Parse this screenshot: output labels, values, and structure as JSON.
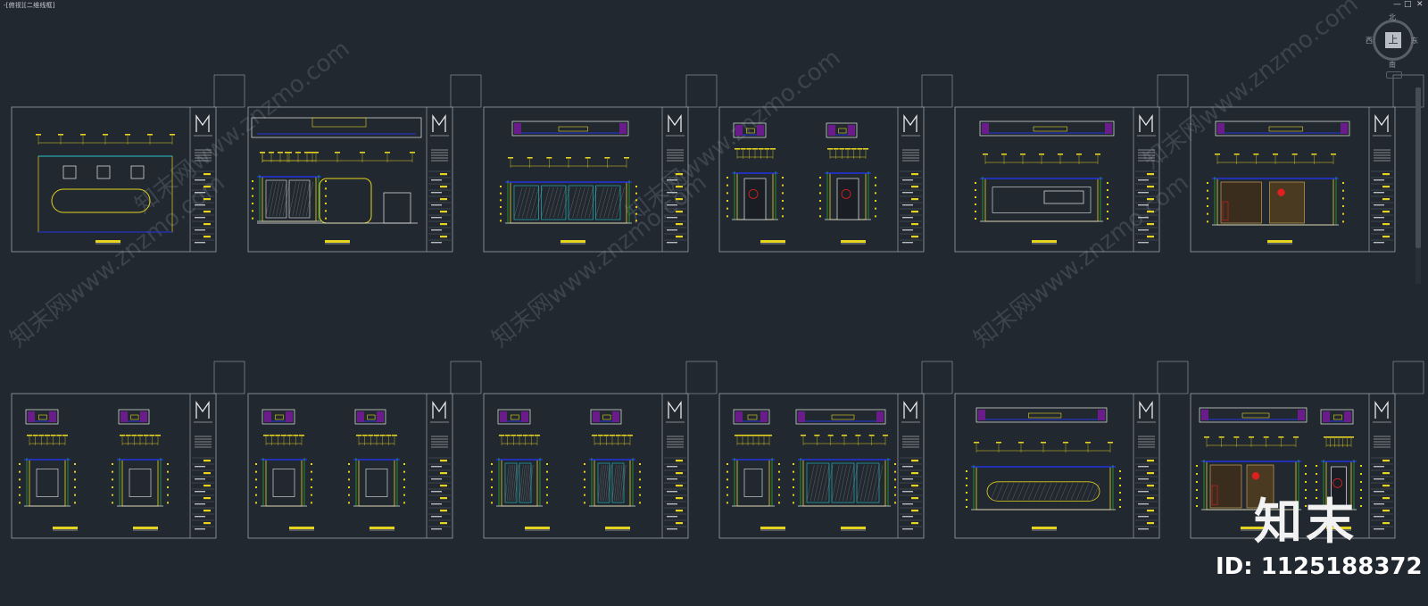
{
  "window": {
    "title": "-[俯视][二维线框]",
    "minimize": "—",
    "restore": "□",
    "close": "✕"
  },
  "viewcube": {
    "north": "北",
    "south": "南",
    "east": "东",
    "west": "西",
    "face": "上"
  },
  "watermark": {
    "text": "知末网www.znzmo.com"
  },
  "brand": {
    "logo": "知末",
    "id": "ID: 1125188372"
  },
  "colors": {
    "background": "#212830",
    "frame": "#9aa0a8",
    "yellow": "#e6d320",
    "cyan": "#26c6c6",
    "blue": "#2233e0",
    "red": "#e02020",
    "green": "#2ecc40",
    "white": "#e8e8e8",
    "gold": "#c8a050"
  },
  "sheets": [
    {
      "kind": "plan"
    },
    {
      "kind": "doors"
    },
    {
      "kind": "panels"
    },
    {
      "kind": "two"
    },
    {
      "kind": "display"
    },
    {
      "kind": "feature"
    },
    {
      "kind": "two-small"
    },
    {
      "kind": "two-small"
    },
    {
      "kind": "two-panel"
    },
    {
      "kind": "two-wide"
    },
    {
      "kind": "counter"
    },
    {
      "kind": "mixed"
    }
  ]
}
